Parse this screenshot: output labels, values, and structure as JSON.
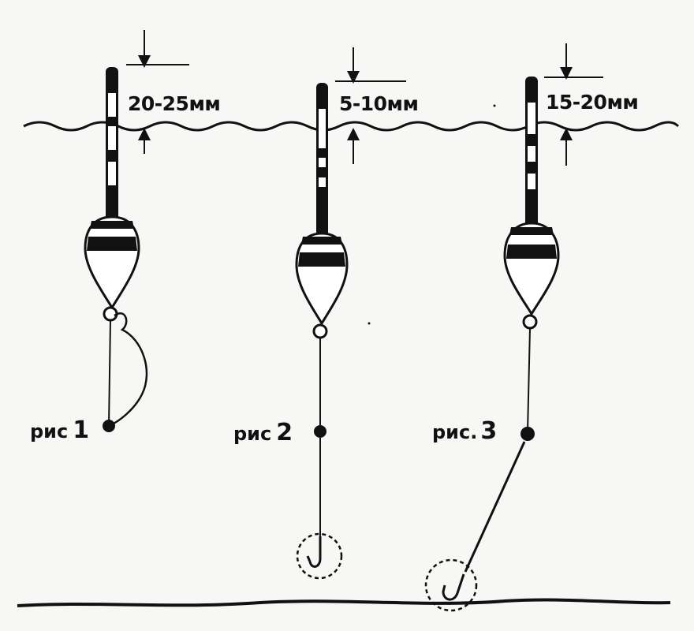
{
  "measurements": {
    "fig1": "20-25мм",
    "fig2": "5-10мм",
    "fig3": "15-20мм"
  },
  "figures": {
    "fig1": {
      "prefix": "рис",
      "number": "1"
    },
    "fig2": {
      "prefix": "рис",
      "number": "2"
    },
    "fig3": {
      "prefix": "рис.",
      "number": "3"
    }
  },
  "colors": {
    "ink": "#111111",
    "paper": "#f7f7f5"
  }
}
